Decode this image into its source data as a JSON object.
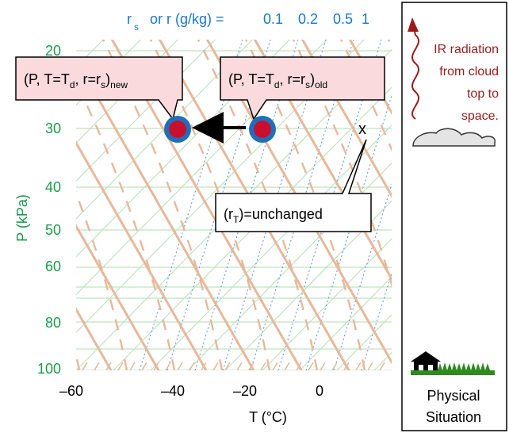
{
  "colors": {
    "isotherm": "#bfe3bf",
    "isobar": "#bfe3bf",
    "dry_adiabat": "#e7b89a",
    "moist_adiabat": "#e7b89a",
    "mixing_ratio": "#5b8fd6",
    "axis_text": "#1a9a4a",
    "top_label": "#1a78c8",
    "callout_fill": "#fadadd",
    "point_fill": "#c8102e",
    "point_ring": "#1f6fb8",
    "ir_red": "#9b1b1b"
  },
  "top_label": {
    "rs": "r",
    "rs_sub": "s",
    "or_text": "or  r (g/kg) =",
    "values": [
      "0.1",
      "0.2",
      "0.5",
      "1"
    ]
  },
  "y_axis": {
    "title": "P (kPa)",
    "ticks": [
      "20",
      "30",
      "40",
      "50",
      "60",
      "80",
      "100"
    ]
  },
  "x_axis": {
    "title": "T (°C)",
    "ticks": [
      "–60",
      "–40",
      "–20",
      "0"
    ]
  },
  "callouts": {
    "new": {
      "main": "(P, T=T",
      "d": "d",
      "mid": ", r=r",
      "s": "s",
      "end": ")",
      "sub": "new"
    },
    "old": {
      "main": "(P, T=T",
      "d": "d",
      "mid": ", r=r",
      "s": "s",
      "end": ")",
      "sub": "old"
    },
    "unchanged": {
      "open": "(r",
      "sub": "T",
      "close": ")=unchanged"
    }
  },
  "marker_x": "x",
  "side_panel": {
    "ir_lines": [
      "IR radiation",
      "from cloud",
      "top to",
      "space."
    ],
    "caption_lines": [
      "Physical",
      "Situation"
    ]
  }
}
